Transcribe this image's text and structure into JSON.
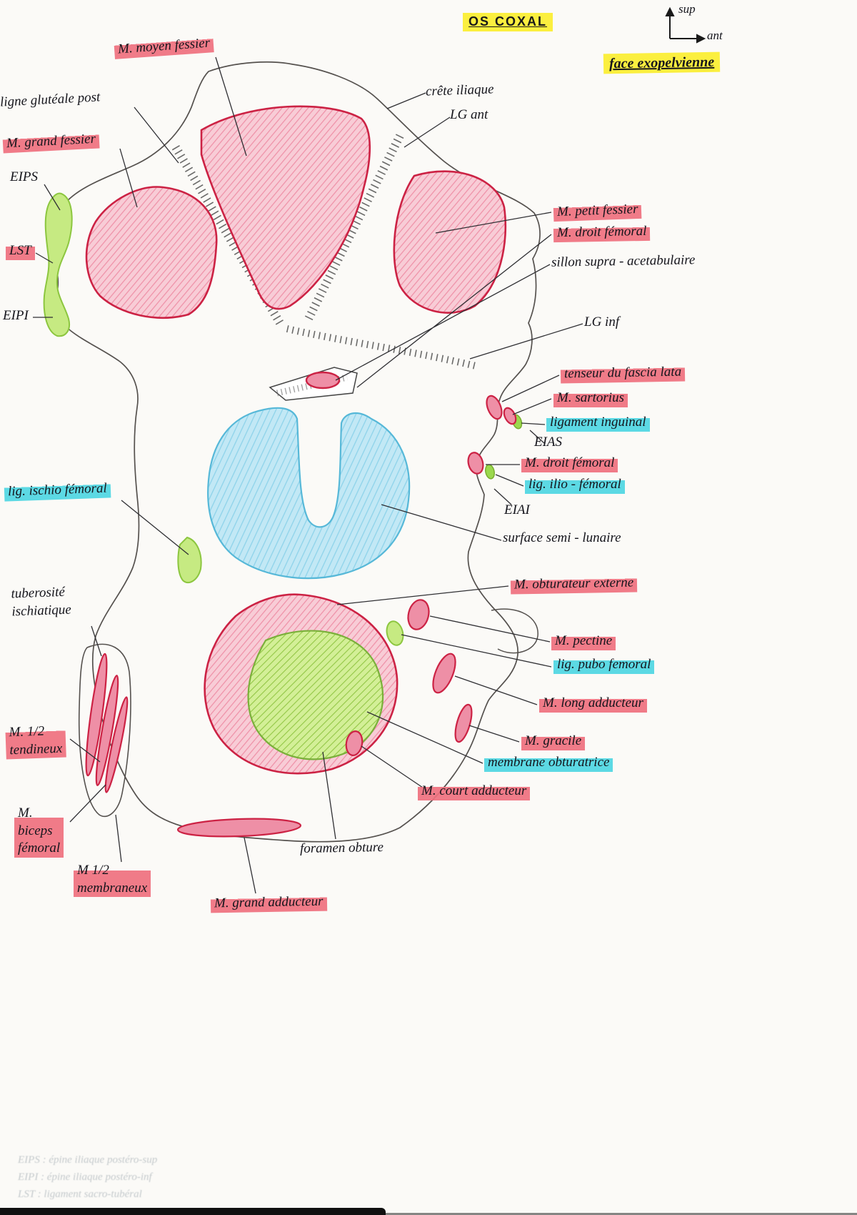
{
  "header": {
    "title": "OS COXAL",
    "subtitle": "face exopelvienne"
  },
  "compass": {
    "up": "sup",
    "right": "ant"
  },
  "labels": {
    "moyen_fessier": "M. moyen fessier",
    "ligne_gluteale_post": "ligne glutéale post",
    "grand_fessier": "M. grand fessier",
    "eips": "EIPS",
    "lst": "LST",
    "eipi": "EIPI",
    "crete_iliaque": "crête iliaque",
    "lg_ant": "LG ant",
    "petit_fessier": "M. petit fessier",
    "droit_femoral_sup": "M. droit fémoral",
    "sillon": "sillon supra - acetabulaire",
    "lg_inf": "LG inf",
    "tenseur": "tenseur du fascia lata",
    "sartorius": "M. sartorius",
    "ligament_inguinal": "ligament inguinal",
    "eias": "EIAS",
    "droit_femoral_inf": "M. droit fémoral",
    "lig_ilio_femoral": "lig. ilio - fémoral",
    "eiai": "EIAI",
    "surface_semi_lunaire": "surface semi - lunaire",
    "lig_ischio_femoral": "lig. ischio fémoral",
    "obturateur_externe": "M. obturateur externe",
    "pectine": "M. pectine",
    "lig_pubo_femoral": "lig. pubo femoral",
    "long_adducteur": "M. long adducteur",
    "gracile": "M. gracile",
    "membrane_obturatrice": "membrane obturatrice",
    "court_adducteur": "M. court adducteur",
    "tuberosite_ischiatique": "tuberosité\nischiatique",
    "demi_tendineux": "M. 1/2\ntendineux",
    "biceps_femoral": "M.\nbiceps\nfémoral",
    "demi_membraneux": "M 1/2\nmembraneux",
    "foramen_obture": "foramen obture",
    "grand_adducteur": "M. grand adducteur"
  },
  "legend_faint": {
    "line1": "EIPS : épine iliaque postéro-sup",
    "line2": "EIPI : épine iliaque postéro-inf",
    "line3": "LST : ligament sacro-tubéral"
  },
  "colors": {
    "highlight_pink": "#ef707e",
    "highlight_cyan": "#4ed6e2",
    "highlight_yellow": "#fbef3f",
    "crayon_red_outline": "#cc2244",
    "crayon_red_fill": "#ee8fa6",
    "crayon_blue": "#8ed3ea",
    "crayon_green": "#a8d95b",
    "ink": "#15151c"
  }
}
